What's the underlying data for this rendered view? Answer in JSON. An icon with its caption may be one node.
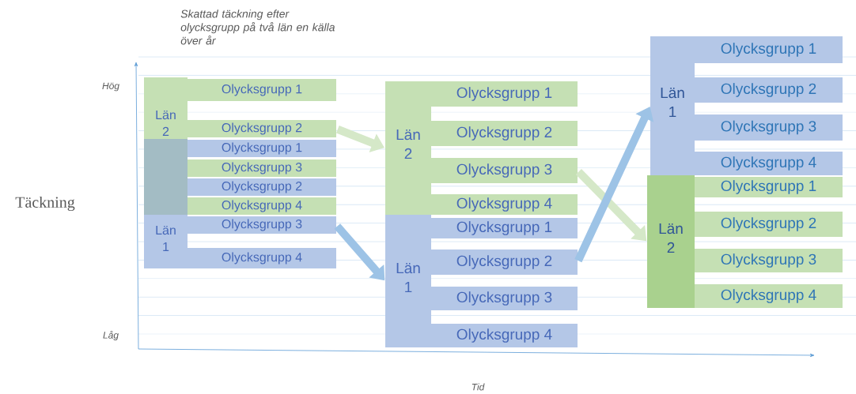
{
  "diagram": {
    "title": "Skattad täckning efter olycksgrupp på två län en källa över år",
    "nodes": [
      {
        "text": [
          "Län 2"
        ]
      },
      {
        "text": [
          "Olycksgrupp 1"
        ]
      },
      {
        "text": [
          "Olycksgrupp 2"
        ]
      },
      {
        "text": [
          "Olycksgrupp 3"
        ]
      },
      {
        "text": [
          "Olycksgrupp 4"
        ]
      },
      {
        "text": [
          "Län 1"
        ]
      },
      {
        "text": [
          "Olycksgrupp 1"
        ]
      },
      {
        "text": [
          "Olycksgrupp 2"
        ]
      },
      {
        "text": [
          "Olycksgrupp 3"
        ]
      },
      {
        "text": [
          "Olycksgrupp 4"
        ]
      },
      {
        "text": [
          "Län 2"
        ]
      },
      {
        "text": [
          "Olycksgrupp 1"
        ]
      },
      {
        "text": [
          "Olycksgrupp 2"
        ]
      },
      {
        "text": [
          "Olycksgrupp 3"
        ]
      },
      {
        "text": [
          "Olycksgrupp 4"
        ]
      },
      {
        "text": [
          "Län 1"
        ]
      },
      {
        "text": [
          "Olycksgrupp 1"
        ]
      },
      {
        "text": [
          "Olycksgrupp 2"
        ]
      },
      {
        "text": [
          "Olycksgrupp 3"
        ]
      },
      {
        "text": [
          "Olycksgrupp 4"
        ]
      },
      {
        "text": [
          "Län 1"
        ]
      },
      {
        "text": [
          "Olycksgrupp 1"
        ]
      },
      {
        "text": [
          "Olycksgrupp 2"
        ]
      },
      {
        "text": [
          "Olycksgrupp 3"
        ]
      },
      {
        "text": [
          "Olycksgrupp 4"
        ]
      },
      {
        "text": [
          "Län 2"
        ]
      },
      {
        "text": [
          "Olycksgrupp 1"
        ]
      },
      {
        "text": [
          "Olycksgrupp 2"
        ]
      },
      {
        "text": [
          "Olycksgrupp 3"
        ]
      },
      {
        "text": [
          "Olycksgrupp 4"
        ]
      }
    ],
    "edges": [
      {
        "from": 2,
        "to": 10,
        "arrow": "to",
        "color": "#d5e8c8"
      },
      {
        "from": 8,
        "to": 15,
        "arrow": "to",
        "color": "#9dc3e6"
      },
      {
        "from": 13,
        "to": 25,
        "arrow": "to",
        "color": "#d5e8c8"
      },
      {
        "from": 17,
        "to": 20,
        "arrow": "to",
        "color": "#9dc3e6"
      }
    ],
    "labels": [
      "Hög",
      "Täckning",
      "Låg",
      "Tid"
    ]
  }
}
